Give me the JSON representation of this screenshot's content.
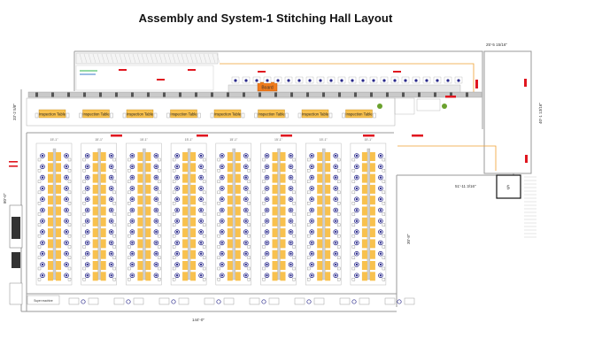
{
  "title": "Assembly and System-1 Stitching Hall Layout",
  "dimensions": {
    "top_right": "25'-5 15/16\"",
    "right_side": "40'-1 13/16\"",
    "bottom_right": "51'-11 3/16\"",
    "right_lower": "30'-8\"",
    "left_top": "33'-2 5/8\"",
    "left_side": "80'-0\"",
    "bottom": "144'-0\"",
    "column_spacing": "15'-1\""
  },
  "labels": {
    "inspection_table": "Inspection Table",
    "board": "Board",
    "super_machine": "Super machine",
    "room_mark": "5"
  },
  "counts": {
    "inspection_tables": 8,
    "stitching_lines": 8,
    "workstations_per_side": 12
  },
  "colors": {
    "table_orange": "#f8c14e",
    "board_orange": "#f07b1d",
    "marker_red": "#e0161f",
    "wall_gray": "#9a9a9a",
    "conveyor_gray": "#c9c9c9",
    "machine_blue": "#2a2a8c",
    "plant_green": "#6aa12d"
  }
}
